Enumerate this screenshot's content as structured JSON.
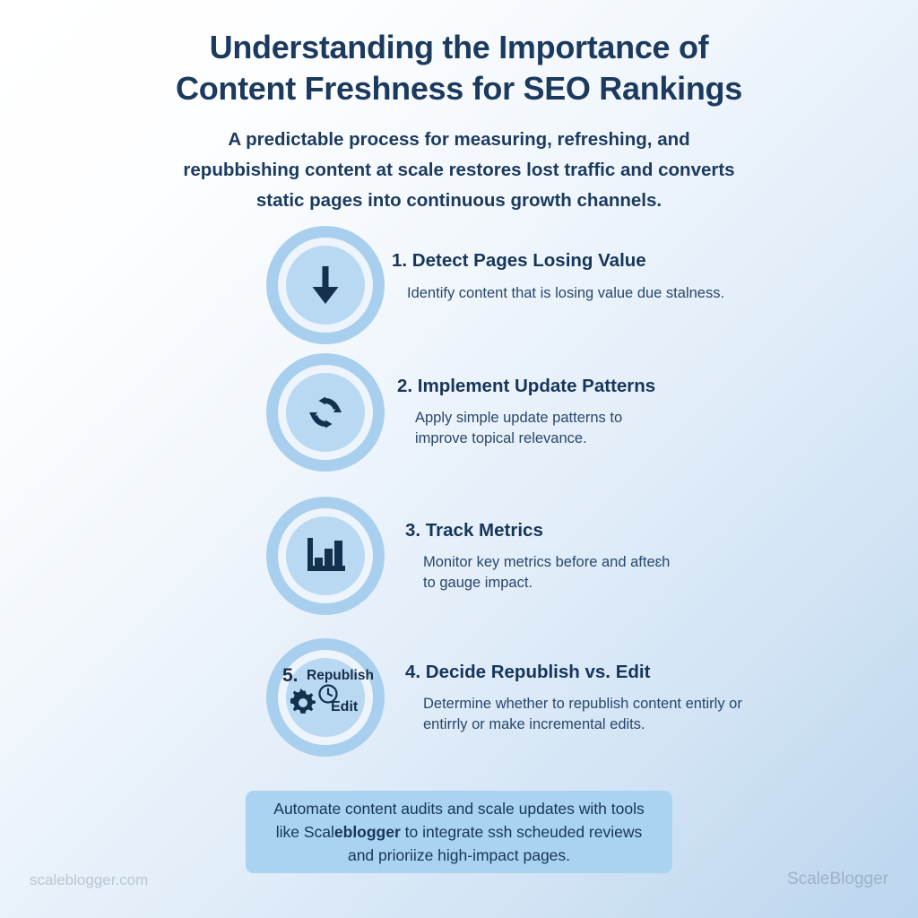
{
  "header": {
    "title_line_1": "Understanding the Importance of",
    "title_line_2": "Content Freshness for SEO Rankings",
    "subtitle": "A predictable process for measuring, refreshing, and repubbishing content at scale restores lost traffic and converts static pages into continuous growth channels."
  },
  "steps": [
    {
      "heading": "1. Detect Pages Losing Value",
      "description": "Identify content that is losing value due stalness.",
      "icon": "down-arrow-icon"
    },
    {
      "heading": "2. Implement Update Patterns",
      "description": "Apply simple update patterns to improve topical relevance.",
      "icon": "refresh-sync-icon"
    },
    {
      "heading": "3. Track Metrics",
      "description": "Monitor key metrics before and afteɛh to gauge impact.",
      "icon": "bar-chart-icon"
    },
    {
      "heading": "4. Decide Republish vs. Edit",
      "description": "Determine whether to republish content entirly or entirrly or make incremental edits.",
      "icon": "gear-clock-icon",
      "overlay": {
        "number": "5.",
        "word": "Republish",
        "edit": "Edit"
      }
    }
  ],
  "callout": {
    "text_before": "Automate content audits and scale updates with tools like Scal",
    "text_bold": "eblogger",
    "text_after": " to integrate ssh scheuded reviews and prioriize high-impact pages."
  },
  "footer": {
    "left": "scaleblogger.com",
    "right": "ScaleBlogger"
  },
  "colors": {
    "title": "#1b3a5e",
    "body": "#28476b",
    "ring_outer": "#a9cfee",
    "ring_inner": "#b9d8f2",
    "callout_bg": "#a9d3f1",
    "icon": "#14304f"
  }
}
